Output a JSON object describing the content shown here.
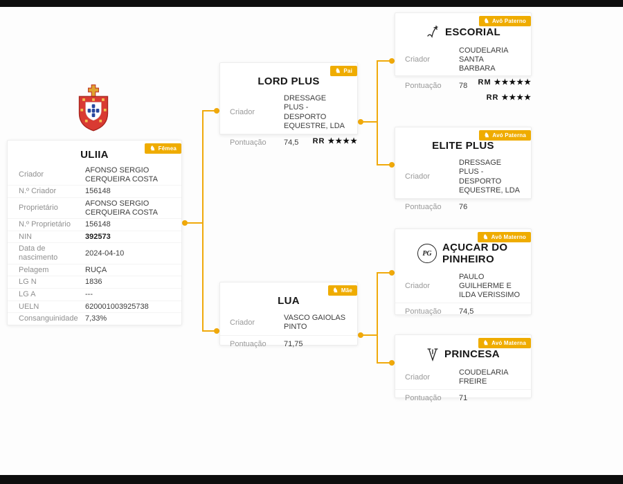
{
  "accent_gold": "#efac00",
  "connector_gold": "#f0a90a",
  "icons": {
    "horse": "♞"
  },
  "labels": {
    "criador": "Criador",
    "pontuacao": "Pontuação"
  },
  "subject": {
    "badge": "Fêmea",
    "name": "ULIIA",
    "fields": [
      {
        "label": "Criador",
        "value": "AFONSO SERGIO CERQUEIRA COSTA"
      },
      {
        "label": "N.º Criador",
        "value": "156148"
      },
      {
        "label": "Proprietário",
        "value": "AFONSO SERGIO CERQUEIRA COSTA"
      },
      {
        "label": "N.º Proprietário",
        "value": "156148"
      },
      {
        "label": "NIN",
        "value": "392573"
      },
      {
        "label": "Data de nascimento",
        "value": "2024-04-10"
      },
      {
        "label": "Pelagem",
        "value": "RUÇA"
      },
      {
        "label": "LG N",
        "value": "1836"
      },
      {
        "label": "LG A",
        "value": "---"
      },
      {
        "label": "UELN",
        "value": "620001003925738"
      },
      {
        "label": "Consanguinidade",
        "value": "7,33%"
      }
    ]
  },
  "father": {
    "badge": "Pai",
    "name": "LORD PLUS",
    "criador": "DRESSAGE PLUS - DESPORTO EQUESTRE, LDA",
    "pontuacao": "74,5",
    "rating": "RR ★★★★"
  },
  "mother": {
    "badge": "Mãe",
    "name": "LUA",
    "criador": "VASCO GAIOLAS PINTO",
    "pontuacao": "71,75"
  },
  "paternal_grandfather": {
    "badge": "Avô Paterno",
    "name": "ESCORIAL",
    "criador": "COUDELARIA SANTA BARBARA",
    "pontuacao": "78",
    "rating_rm": "RM ★★★★★",
    "rating_rr": "RR ★★★★"
  },
  "paternal_grandmother": {
    "badge": "Avó Paterna",
    "name": "ELITE PLUS",
    "criador": "DRESSAGE PLUS - DESPORTO EQUESTRE, LDA",
    "pontuacao": "76"
  },
  "maternal_grandfather": {
    "badge": "Avô Materno",
    "name": "AÇUCAR DO PINHEIRO",
    "monogram": "PG",
    "criador": "PAULO GUILHERME E ILDA VERISSIMO",
    "pontuacao": "74,5"
  },
  "maternal_grandmother": {
    "badge": "Avó Materna",
    "name": "PRINCESA",
    "criador": "COUDELARIA FREIRE",
    "pontuacao": "71"
  }
}
